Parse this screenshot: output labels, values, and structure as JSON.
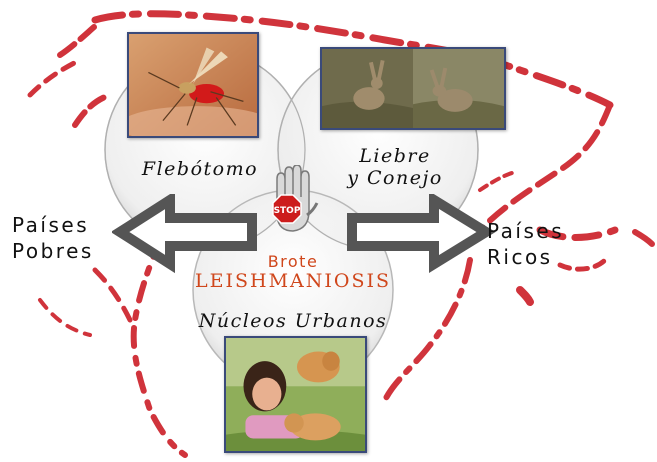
{
  "diagram": {
    "circles": {
      "vector": "Flebótomo",
      "reservoir_line1": "Liebre",
      "reservoir_line2": "y Conejo",
      "urban": "Núcleos Urbanos"
    },
    "center": {
      "stop_sign": "STOP",
      "line1": "Brote",
      "line2": "LEISHMANIOSIS"
    },
    "left_arrow": {
      "line1": "Países",
      "line2": "Pobres"
    },
    "right_arrow": {
      "line1": "Países",
      "line2": "Ricos"
    }
  },
  "colors": {
    "map_red": "#c8101a",
    "brote_orange": "#d0471c",
    "arrow_gray": "#555555",
    "frame_blue": "#3a4a7a"
  },
  "icons": [
    "sandfly-photo",
    "hare-photo",
    "girl-with-puppies-photo",
    "stop-hand-icon"
  ]
}
